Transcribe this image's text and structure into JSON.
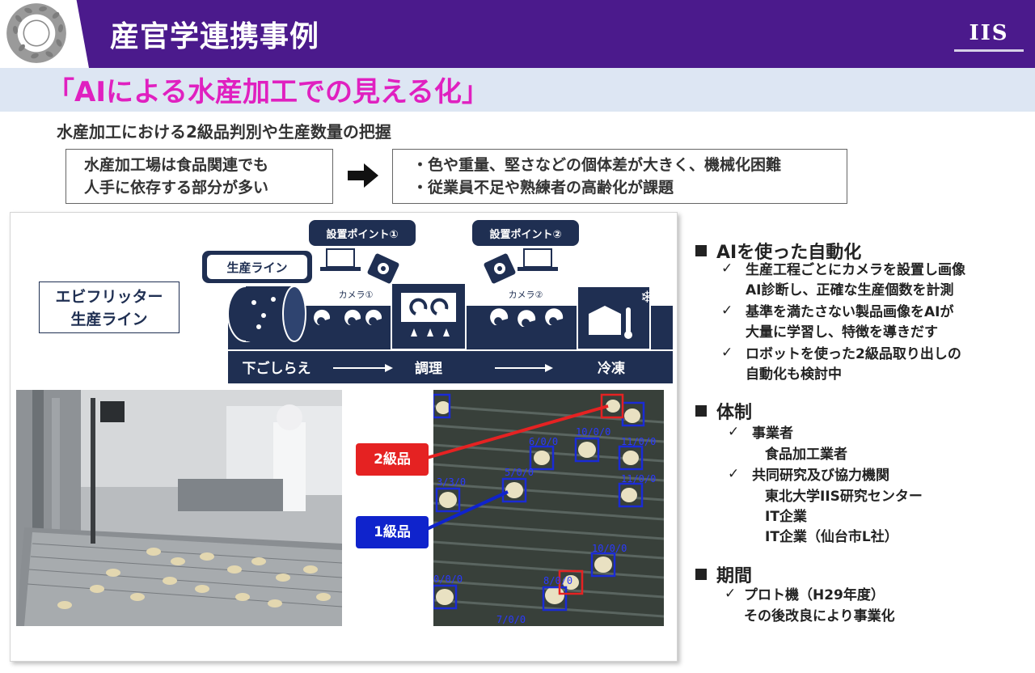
{
  "header": {
    "title": "産官学連携事例",
    "brand": "IIS"
  },
  "subtitle": "「AIによる水産加工での見える化」",
  "lead": "水産加工における2級品判別や生産数量の把握",
  "problem_box": [
    "水産加工場は食品関連でも",
    "人手に依存する部分が多い"
  ],
  "issue_box": [
    "・色や重量、堅さなどの個体差が大きく、機械化困難",
    "・従業員不足や熟練者の高齢化が課題"
  ],
  "diagram": {
    "line_label": "生産ライン",
    "point1": "設置ポイント①",
    "point2": "設置ポイント②",
    "camera1": "カメラ①",
    "camera2": "カメラ②",
    "stages": [
      "下ごしらえ",
      "調理",
      "冷凍"
    ],
    "ebi_label": [
      "エビフリッター",
      "生産ライン"
    ]
  },
  "grades": {
    "grade2": "2級品",
    "grade1": "1級品"
  },
  "detection_labels": [
    "3/3/0",
    "5/0/0",
    "10/0/0",
    "11/0/0",
    "11/0/0",
    "6/0/0",
    "3/3/0",
    "10/0/0",
    "8/0/0",
    "7/0/0",
    "0/0/0"
  ],
  "right": {
    "automation": {
      "heading": "AIを使った自動化",
      "items": [
        [
          "生産工程ごとにカメラを設置し画像",
          "AI診断し、正確な生産個数を計測"
        ],
        [
          "基準を満たさない製品画像をAIが",
          "大量に学習し、特徴を導きだす"
        ],
        [
          "ロボットを使った2級品取り出しの",
          "自動化も検討中"
        ]
      ]
    },
    "structure": {
      "heading": "体制",
      "business": "事業者",
      "business_member": "食品加工業者",
      "joint": "共同研究及び協力機関",
      "joint_members": [
        "東北大学IIS研究センター",
        "IT企業",
        "IT企業（仙台市L社）"
      ]
    },
    "period": {
      "heading": "期間",
      "line1": "プロト機（H29年度）",
      "line2": "その後改良により事業化"
    }
  },
  "colors": {
    "header": "#4b1a8c",
    "band": "#dde6f3",
    "subtitle": "#e020c0",
    "navy": "#1f2f52",
    "grade2": "#e52222",
    "grade1": "#0f23cc"
  }
}
